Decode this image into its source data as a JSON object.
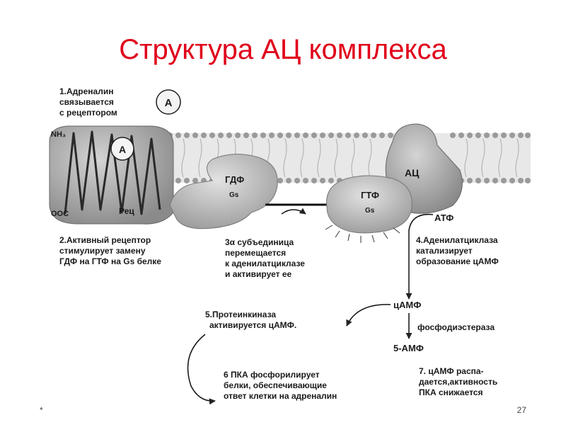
{
  "slide": {
    "title": "Структура АЦ комплекса",
    "footer_left": "*",
    "page_number": "27"
  },
  "diagram": {
    "step1": [
      "1.Адреналин",
      "связывается",
      "с рецептором"
    ],
    "adrenaline_symbol": "A",
    "receptor_nh3": "NH₃",
    "receptor_ooc": "OOC",
    "receptor_label": "Рец",
    "gdp_label": "ГДФ",
    "gs_label": "Gs",
    "gtp_label": "ГТФ",
    "gs_label_2": "Gs",
    "ac_label": "АЦ",
    "atp_label": "АТФ",
    "step2": [
      "2.Активный рецептор",
      "стимулирует замену",
      "ГДФ на ГТФ на Gs белке"
    ],
    "step3": [
      "3α субъединица",
      "перемещается",
      "к аденилатциклазе",
      "и активирует ее"
    ],
    "step4": [
      "4.Аденилатциклаза",
      "катализирует",
      "образование цАМФ"
    ],
    "camp_label": "цАМФ",
    "pde_label": "фосфодиэстераза",
    "amp_label": "5-АМФ",
    "step5": [
      "5.Протеинкиназа",
      "активируется цАМФ."
    ],
    "step6": [
      "6 ПКА фосфорилирует",
      "белки, обеспечивающие",
      "ответ клетки на адреналин"
    ],
    "step7": [
      "7. цАМФ распа-",
      "дается,активность",
      "ПКА снижается"
    ]
  }
}
